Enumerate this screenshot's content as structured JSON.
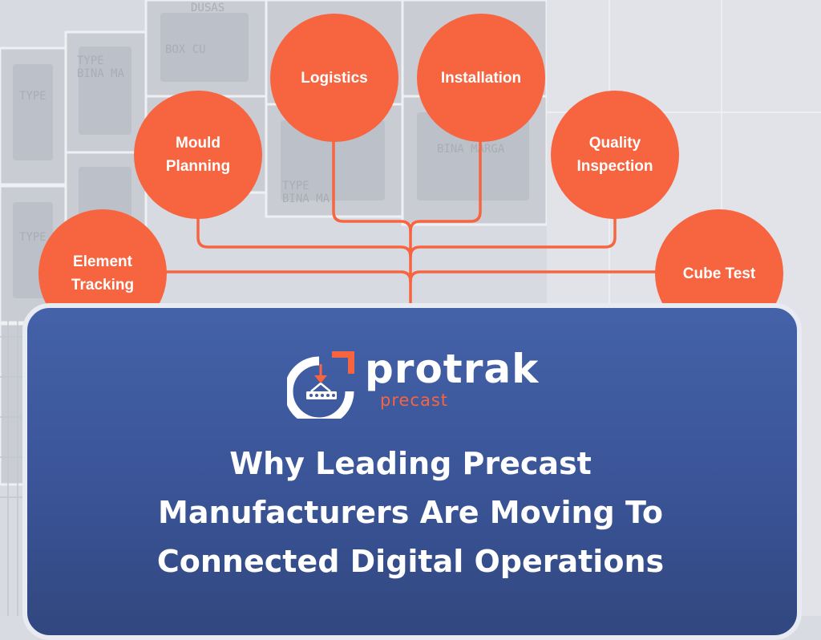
{
  "nodes": {
    "element_tracking": "Element\nTracking",
    "mould_planning": "Mould\nPlanning",
    "logistics": "Logistics",
    "installation": "Installation",
    "quality_inspection": "Quality\nInspection",
    "cube_test": "Cube Test"
  },
  "brand": {
    "name": "protrak",
    "product": "precast"
  },
  "headline": {
    "line1": "Why Leading Precast",
    "line2": "Manufacturers Are Moving To",
    "line3": "Connected Digital Operations"
  },
  "colors": {
    "accent_orange": "#f76440",
    "card_blue": "#3f5ba3",
    "card_border": "#e9ebf3",
    "background_gray": "#d8dbe1"
  }
}
